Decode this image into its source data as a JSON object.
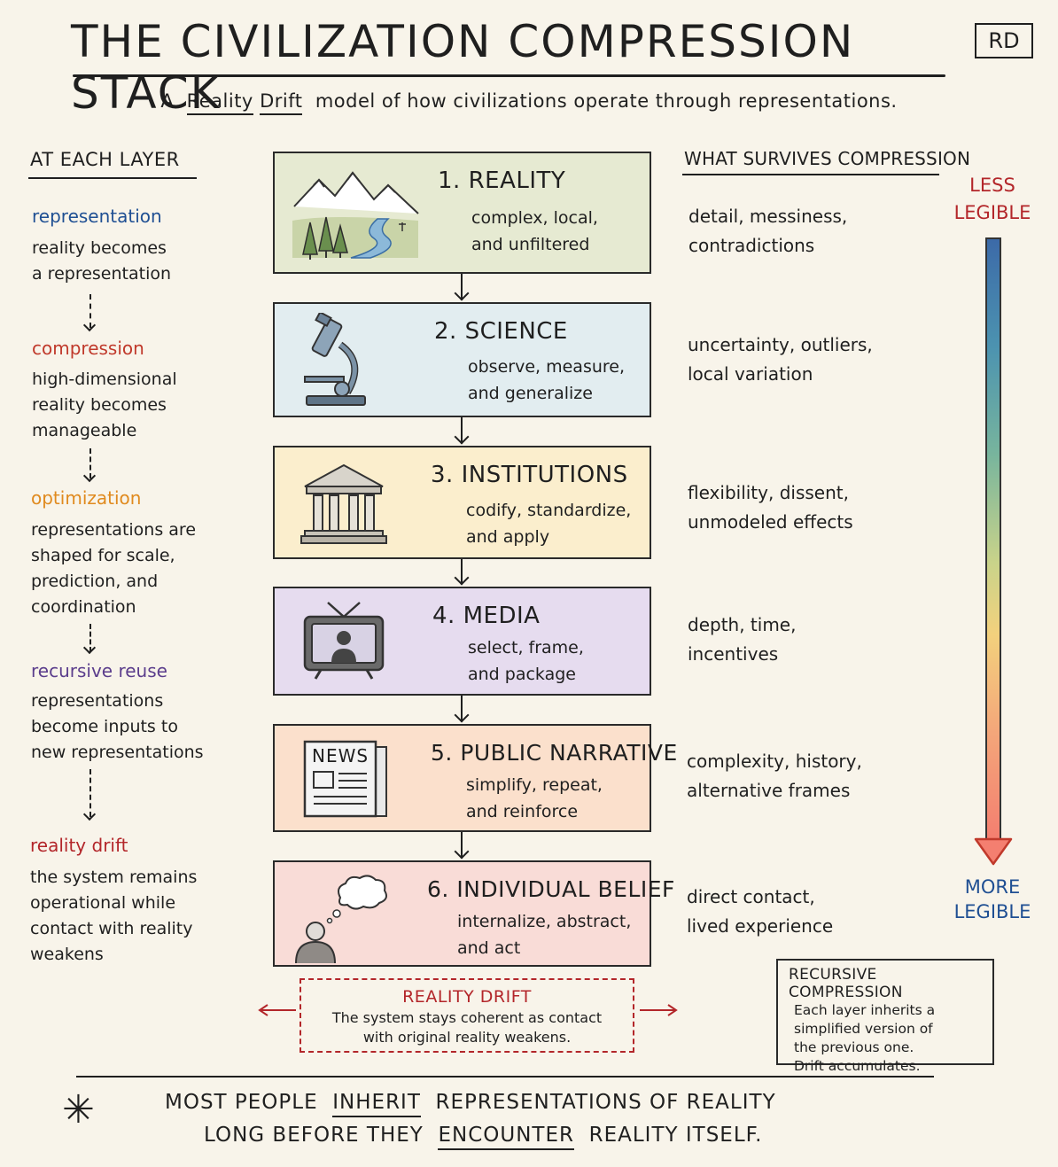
{
  "header": {
    "title": "THE CIVILIZATION COMPRESSION STACK",
    "badge": "RD",
    "subtitle_pre": "A",
    "subtitle_u1": "Reality",
    "subtitle_u2": "Drift",
    "subtitle_post": "model of how civilizations operate through representations."
  },
  "left": {
    "heading": "AT EACH LAYER",
    "items": [
      {
        "term": "representation",
        "color": "#1f4f93",
        "desc": [
          "reality becomes",
          "a representation"
        ]
      },
      {
        "term": "compression",
        "color": "#c0392b",
        "desc": [
          "high-dimensional",
          "reality becomes",
          "manageable"
        ]
      },
      {
        "term": "optimization",
        "color": "#e08a1e",
        "desc": [
          "representations are",
          "shaped for scale,",
          "prediction, and",
          "coordination"
        ]
      },
      {
        "term": "recursive reuse",
        "color": "#5b3d8c",
        "desc": [
          "representations",
          "become inputs to",
          "new representations"
        ]
      },
      {
        "term": "reality drift",
        "color": "#b3262a",
        "desc": [
          "the system remains",
          "operational while",
          "contact with reality",
          "weakens"
        ]
      }
    ]
  },
  "layers": [
    {
      "number": "1.",
      "title": "REALITY",
      "desc": [
        "complex, local,",
        "and unfiltered"
      ],
      "bg": "#e6ead2",
      "icon": "landscape-icon"
    },
    {
      "number": "2.",
      "title": "SCIENCE",
      "desc": [
        "observe, measure,",
        "and generalize"
      ],
      "bg": "#e2edf0",
      "icon": "microscope-icon"
    },
    {
      "number": "3.",
      "title": "INSTITUTIONS",
      "desc": [
        "codify, standardize,",
        "and apply"
      ],
      "bg": "#fbeecd",
      "icon": "building-icon"
    },
    {
      "number": "4.",
      "title": "MEDIA",
      "desc": [
        "select, frame,",
        "and package"
      ],
      "bg": "#e6dcef",
      "icon": "tv-icon"
    },
    {
      "number": "5.",
      "title": "PUBLIC NARRATIVE",
      "desc": [
        "simplify, repeat,",
        "and reinforce"
      ],
      "bg": "#fbe0cc",
      "icon": "newspaper-icon",
      "icon_text": "NEWS"
    },
    {
      "number": "6.",
      "title": "INDIVIDUAL BELIEF",
      "desc": [
        "internalize, abstract,",
        "and act"
      ],
      "bg": "#f9dcd7",
      "icon": "thinking-person-icon"
    }
  ],
  "right": {
    "heading": "WHAT SURVIVES COMPRESSION",
    "items": [
      [
        "detail, messiness,",
        "contradictions"
      ],
      [
        "uncertainty, outliers,",
        "local variation"
      ],
      [
        "flexibility, dissent,",
        "unmodeled effects"
      ],
      [
        "depth, time,",
        "incentives"
      ],
      [
        "complexity, history,",
        "alternative frames"
      ],
      [
        "direct contact,",
        "lived experience"
      ]
    ],
    "less_label": [
      "LESS",
      "LEGIBLE"
    ],
    "more_label": [
      "MORE",
      "LEGIBLE"
    ]
  },
  "drift_box": {
    "title": "REALITY DRIFT",
    "text": [
      "The system stays coherent as contact",
      "with original reality weakens."
    ]
  },
  "recursive_box": {
    "title": "RECURSIVE COMPRESSION",
    "text": [
      "Each layer inherits a",
      "simplified version of",
      "the previous one.",
      "Drift accumulates."
    ]
  },
  "footer": {
    "line1_a": "MOST PEOPLE",
    "line1_u": "INHERIT",
    "line1_b": "REPRESENTATIONS OF REALITY",
    "line2_a": "LONG BEFORE THEY",
    "line2_u": "ENCOUNTER",
    "line2_b": "REALITY ITSELF."
  }
}
